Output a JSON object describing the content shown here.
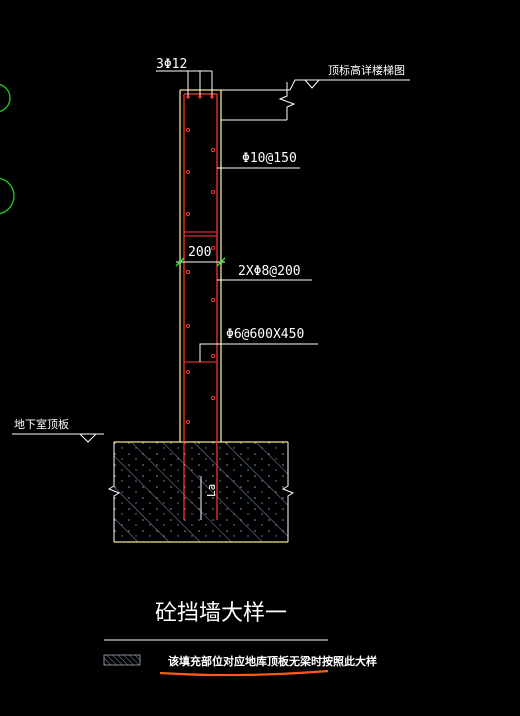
{
  "drawing": {
    "top_rebar_label": "3Φ12",
    "elevation_note": "顶标高详楼梯图",
    "stirrup_label": "Φ10@150",
    "wall_thickness": "200",
    "horizontal_bar_label": "2XΦ8@200",
    "tie_bar_label": "Φ6@600X450",
    "slab_label": "地下室顶板",
    "embed_length_label": "La",
    "title": "砼挡墙大样一",
    "legend_note": "该填充部位对应地库顶板无梁时按照此大样"
  },
  "colors": {
    "background": "#000000",
    "wall_outline": "#f0e68c",
    "rebar": "#ff3b3b",
    "annotation": "#ffffff",
    "dimension_tick": "#22ff22",
    "circle_marker": "#22cc22",
    "hatch": "#5a6d8c",
    "underline": "#ff5a1a"
  }
}
